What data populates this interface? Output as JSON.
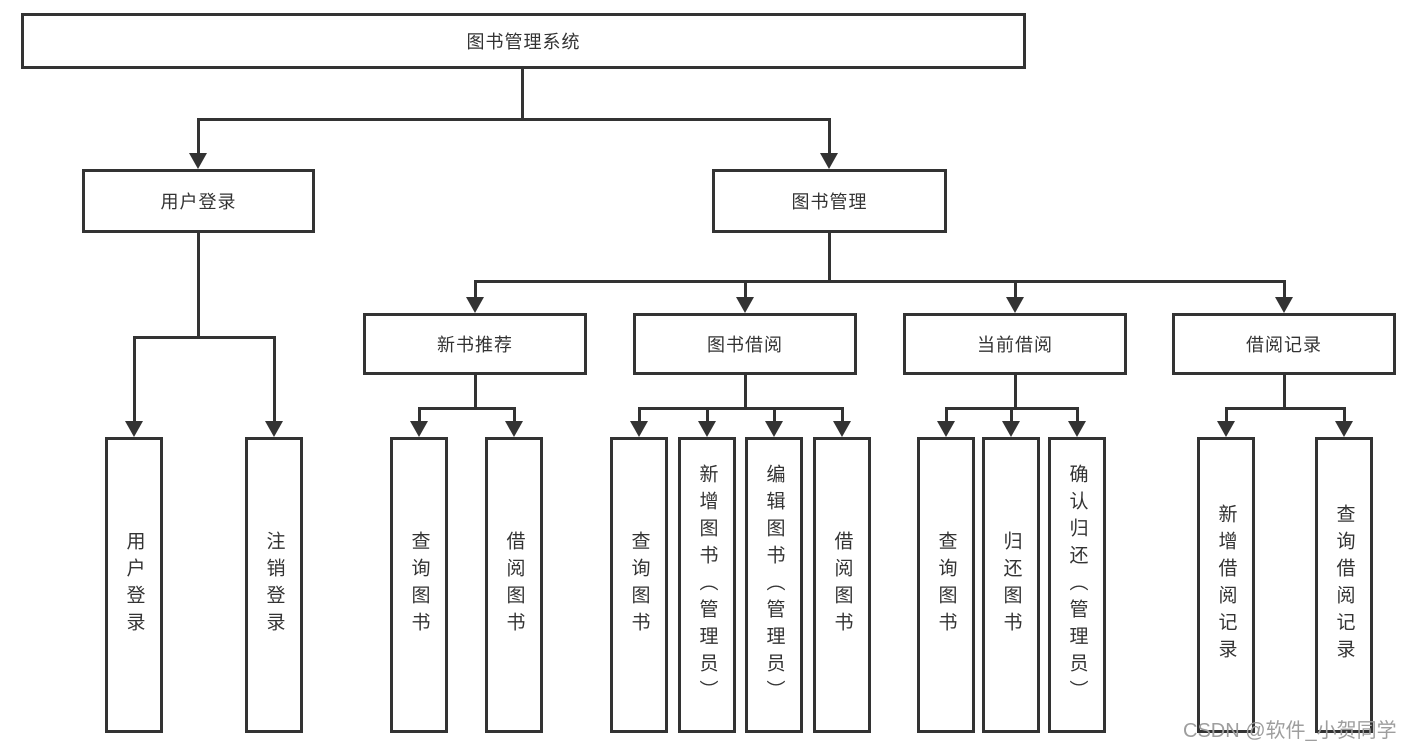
{
  "page": {
    "background": "#ffffff"
  },
  "colors": {
    "line": "#333333",
    "text": "#333333",
    "box_background": "#ffffff",
    "watermark": "#9e9e9e"
  },
  "watermark": {
    "text": "CSDN @软件_小贺同学"
  },
  "tree": {
    "root": {
      "label": "图书管理系统"
    },
    "level2": [
      {
        "label": "用户登录"
      },
      {
        "label": "图书管理"
      }
    ],
    "level3": [
      {
        "label": "新书推荐"
      },
      {
        "label": "图书借阅"
      },
      {
        "label": "当前借阅"
      },
      {
        "label": "借阅记录"
      }
    ],
    "leaves": {
      "user_login": [
        {
          "label": "用户登录"
        },
        {
          "label": "注销登录"
        }
      ],
      "new_book_recommend": [
        {
          "label": "查询图书"
        },
        {
          "label": "借阅图书"
        }
      ],
      "book_borrowing": [
        {
          "label": "查询图书"
        },
        {
          "label": "新增图书（管理员）"
        },
        {
          "label": "编辑图书（管理员）"
        },
        {
          "label": "借阅图书"
        }
      ],
      "current_borrowing": [
        {
          "label": "查询图书"
        },
        {
          "label": "归还图书"
        },
        {
          "label": "确认归还（管理员）"
        }
      ],
      "borrowing_records": [
        {
          "label": "新增借阅记录"
        },
        {
          "label": "查询借阅记录"
        }
      ]
    }
  }
}
